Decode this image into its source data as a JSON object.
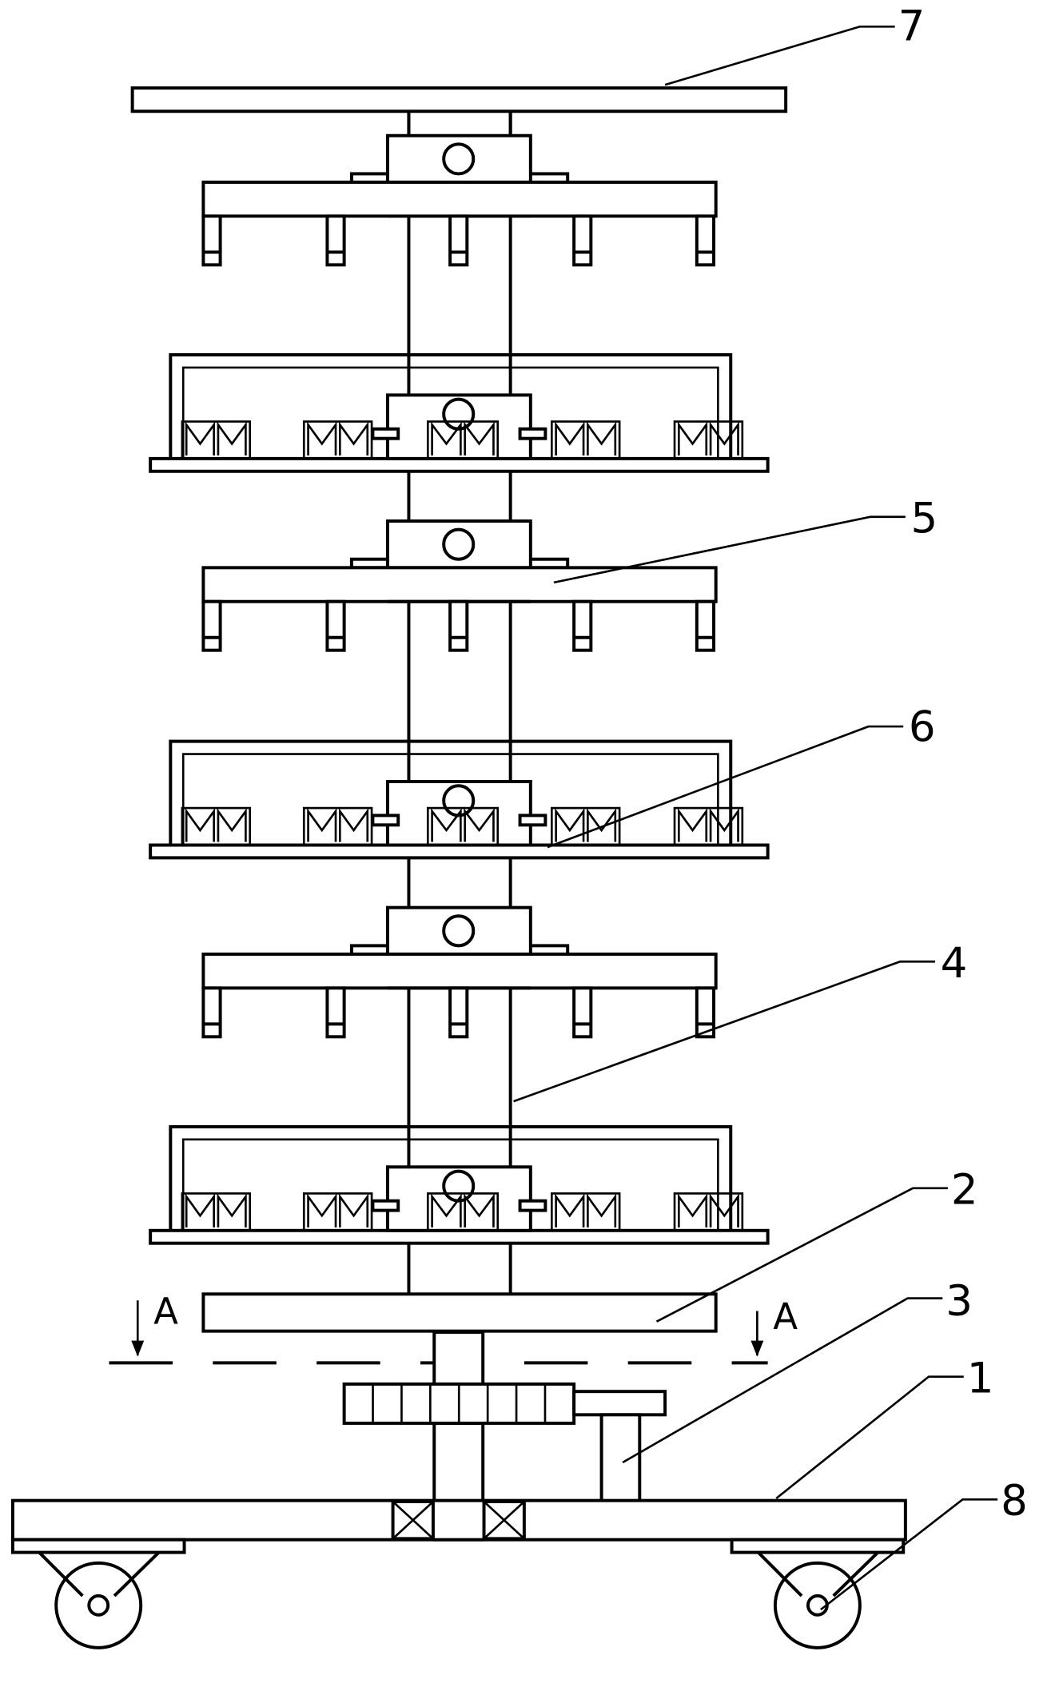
{
  "labels": {
    "l7": "7",
    "l5": "5",
    "l6": "6",
    "l4": "4",
    "l2": "2",
    "l3": "3",
    "l1": "1",
    "l8": "8"
  },
  "section": {
    "left": "A",
    "right": "A"
  }
}
